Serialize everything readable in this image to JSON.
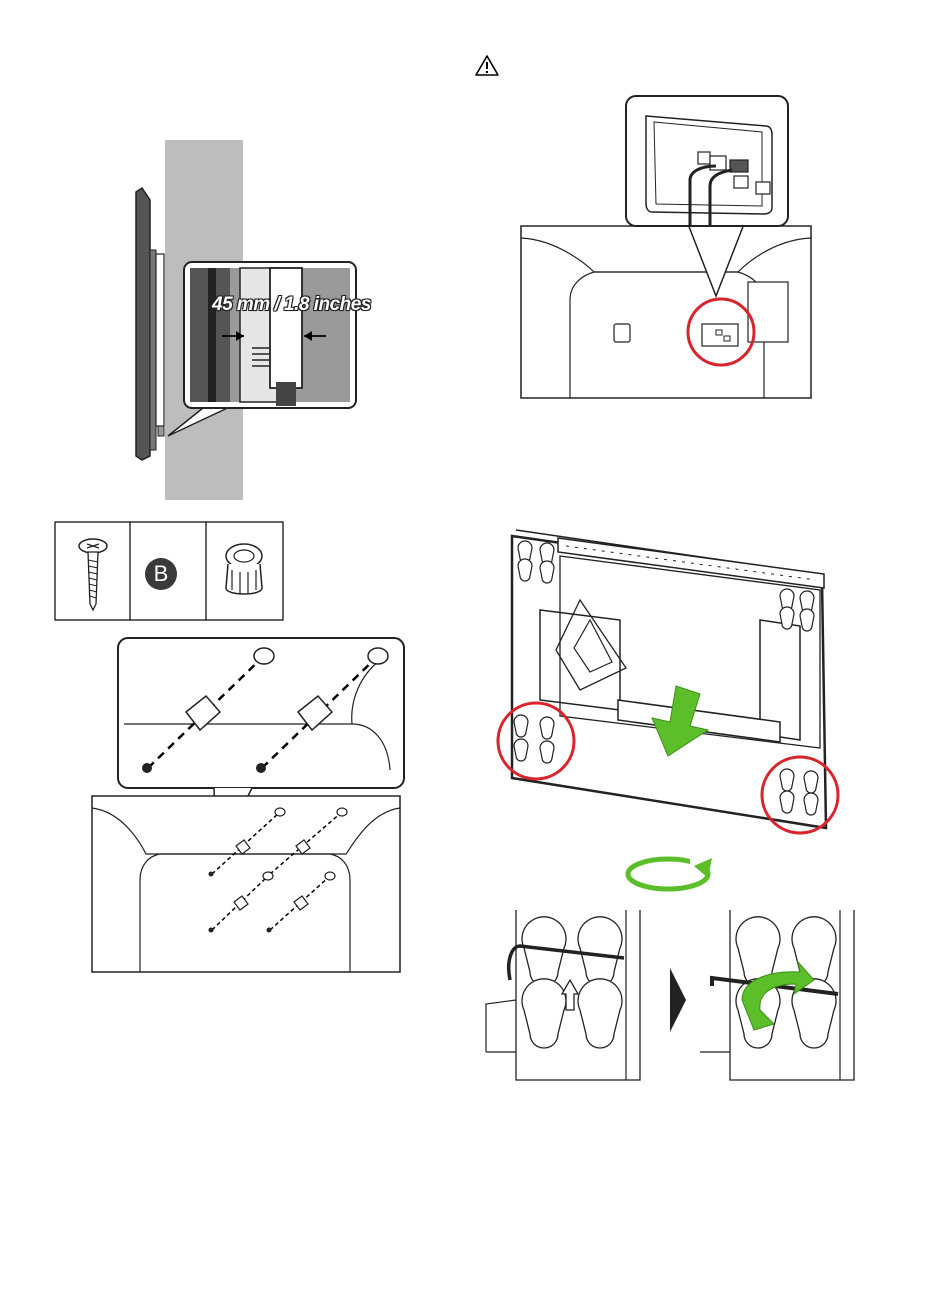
{
  "document": {
    "spacer_label": "45 mm / 1.8 inches",
    "parts_table": {
      "letter": "B",
      "items": [
        "screw",
        "letter-b",
        "spacer"
      ]
    },
    "icons": [
      "warning-icon",
      "rotate-arrow-icon",
      "next-step-arrow-icon",
      "down-arrow-icon"
    ],
    "colors": {
      "highlight_red": "#d9242b",
      "arrow_green": "#5cbf2a",
      "wall_gray": "#bdbdbd",
      "line": "#222222"
    }
  }
}
